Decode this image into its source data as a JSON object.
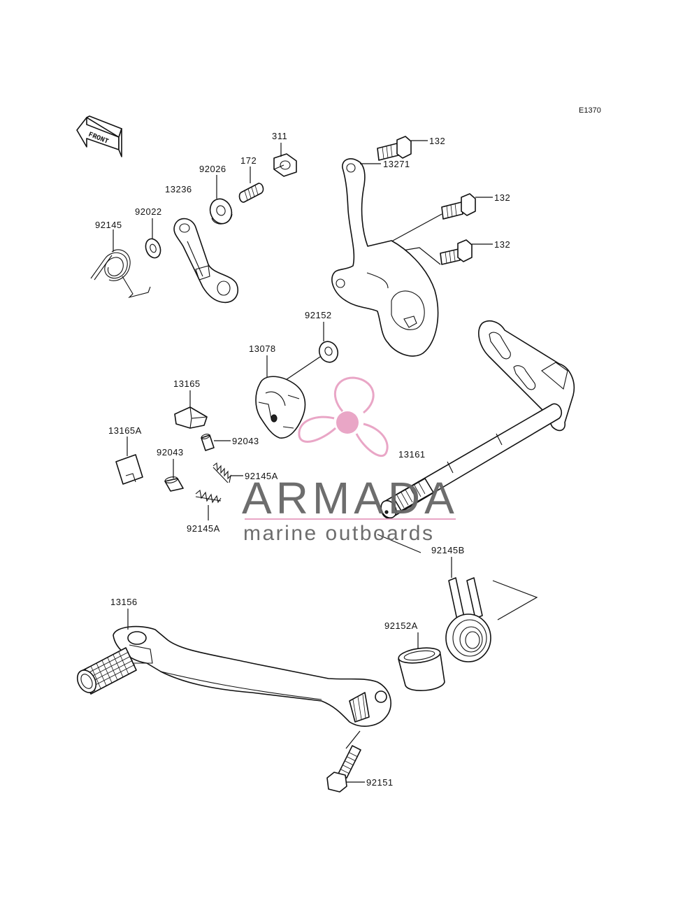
{
  "diagram_code": "E1370",
  "front_label": "FRONT",
  "labels": {
    "p311": "311",
    "p172": "172",
    "p92026": "92026",
    "p13236": "13236",
    "p92022": "92022",
    "p92145": "92145",
    "p132a": "132",
    "p132b": "132",
    "p132c": "132",
    "p13271": "13271",
    "p92152": "92152",
    "p13078": "13078",
    "p13165": "13165",
    "p13165A": "13165A",
    "p92043a": "92043",
    "p92043b": "92043",
    "p92145Aa": "92145A",
    "p92145Ab": "92145A",
    "p13161": "13161",
    "p92145B": "92145B",
    "p13156": "13156",
    "p92152A": "92152A",
    "p92151": "92151"
  },
  "watermark": {
    "brand": "ARMADA",
    "tagline": "marine outboards",
    "color": "#e8a2c4"
  }
}
